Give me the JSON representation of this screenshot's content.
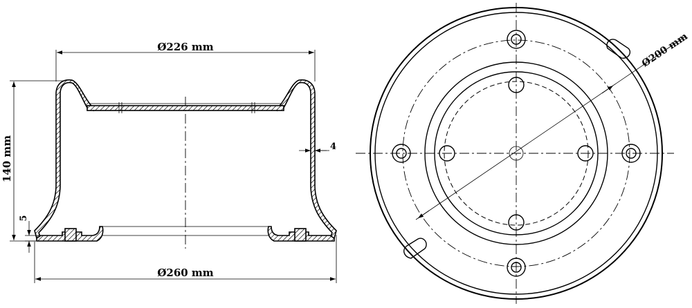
{
  "side_view": {
    "top_diameter": "Ø226 mm",
    "bottom_diameter": "Ø260 mm",
    "height": "140 mm",
    "wall_thickness": "4",
    "base_thickness": "5"
  },
  "top_view": {
    "bolt_circle_diameter": "Ø200 mm"
  }
}
